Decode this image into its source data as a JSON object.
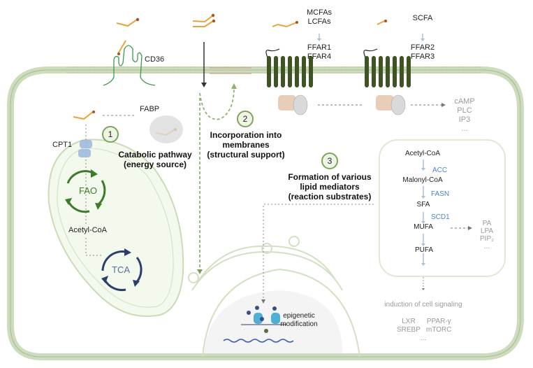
{
  "diagram": {
    "extracellular": {
      "mcfa_label": [
        "MCFAs",
        "LCFAs"
      ],
      "scfa_label": "SCFA",
      "cd36_label": "CD36",
      "receptor1_label": [
        "FFAR1",
        "FFAR4"
      ],
      "receptor2_label": [
        "FFAR2",
        "FFAR3"
      ]
    },
    "signaling_outputs": [
      "cAMP",
      "PLC",
      "IP3",
      "..."
    ],
    "fabp_label": "FABP",
    "cpt1_label": "CPT1",
    "pathways": [
      {
        "number": "1",
        "title": [
          "Catabolic pathway",
          "(energy source)"
        ]
      },
      {
        "number": "2",
        "title": [
          "Incorporation into",
          "membranes",
          "(structural support)"
        ]
      },
      {
        "number": "3",
        "title": [
          "Formation of various",
          "lipid mediators",
          "(reaction substrates)"
        ]
      }
    ],
    "mitochondrion": {
      "fao_label": "FAO",
      "acetyl_coa_label": "Acetyl-CoA",
      "tca_label": "TCA"
    },
    "synthesis_box": {
      "steps": [
        "Acetyl-CoA",
        "Malonyl-CoA",
        "SFA",
        "MUFA",
        "PUFA"
      ],
      "enzymes": [
        "ACC",
        "FASN",
        "SCD1"
      ],
      "mufa_products": [
        "PA",
        "LPA",
        "PIP₂",
        "..."
      ]
    },
    "cell_signaling": {
      "title": "induction of cell signaling",
      "col1": [
        "LXR",
        "SREBP"
      ],
      "col2": [
        "PPAR-γ",
        "mTORC"
      ],
      "ellipsis": "..."
    },
    "nucleus": {
      "epigenetic_label": [
        "epigenetic",
        "modification"
      ]
    },
    "colors": {
      "membrane": "#c9d9b8",
      "fatty_acid": "#e8a43a",
      "receptor": "#3f5323",
      "fao_arrow": "#3d7a2c",
      "tca_arrow": "#2c3e6b",
      "enzyme_blue": "#4a86c5",
      "number_circle": "#7aa55a"
    }
  }
}
